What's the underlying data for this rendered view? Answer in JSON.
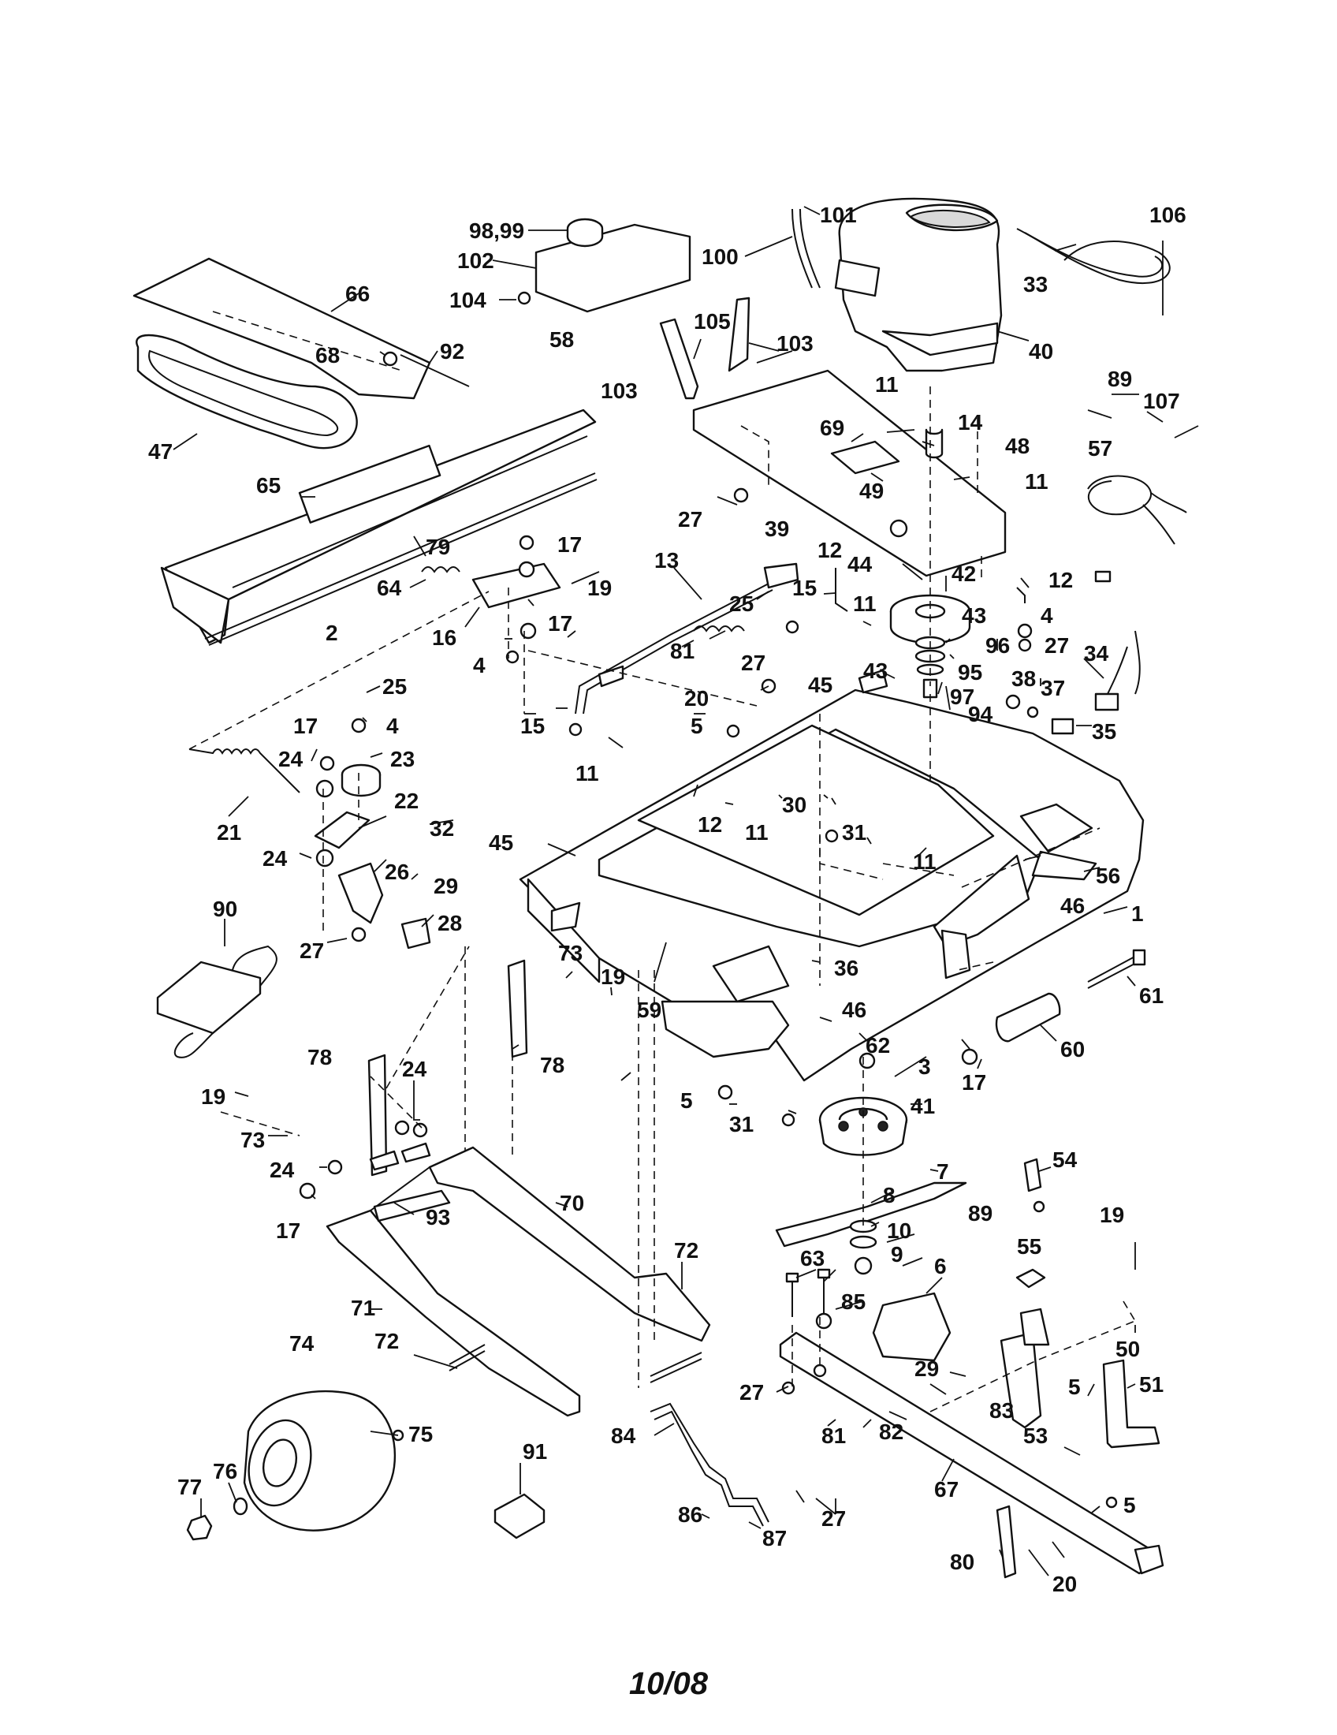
{
  "page_code": "10/08",
  "callouts": [
    "98,99",
    "101",
    "106",
    "102",
    "100",
    "104",
    "66",
    "33",
    "40",
    "105",
    "103",
    "103",
    "68",
    "92",
    "58",
    "89",
    "107",
    "11",
    "14",
    "47",
    "69",
    "48",
    "49",
    "11",
    "65",
    "27",
    "39",
    "79",
    "17",
    "57",
    "64",
    "13",
    "12",
    "12",
    "19",
    "25",
    "15",
    "44",
    "42",
    "16",
    "17",
    "4",
    "11",
    "43",
    "4",
    "2",
    "81",
    "27",
    "96",
    "27",
    "43",
    "95",
    "34",
    "45",
    "20",
    "97",
    "38",
    "37",
    "25",
    "94",
    "15",
    "5",
    "35",
    "4",
    "11",
    "17",
    "24",
    "23",
    "22",
    "21",
    "12",
    "30",
    "11",
    "32",
    "31",
    "11",
    "24",
    "26",
    "45",
    "56",
    "46",
    "29",
    "1",
    "28",
    "90",
    "27",
    "36",
    "73",
    "19",
    "61",
    "59",
    "46",
    "62",
    "78",
    "24",
    "60",
    "78",
    "3",
    "17",
    "19",
    "5",
    "31",
    "41",
    "73",
    "24",
    "54",
    "70",
    "7",
    "17",
    "93",
    "8",
    "89",
    "19",
    "10",
    "72",
    "9",
    "55",
    "63",
    "6",
    "71",
    "85",
    "74",
    "72",
    "50",
    "29",
    "27",
    "51",
    "83",
    "5",
    "81",
    "82",
    "91",
    "53",
    "84",
    "75",
    "76",
    "27",
    "5",
    "67",
    "77",
    "86",
    "87",
    "80",
    "20"
  ]
}
